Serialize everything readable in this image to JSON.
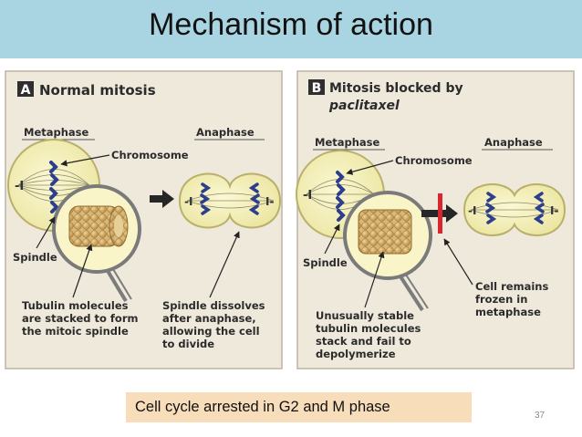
{
  "slide": {
    "title": "Mechanism of action",
    "caption": "Cell cycle arrested in G2 and M phase",
    "page_number": "37"
  },
  "panel_a": {
    "badge": "A",
    "title": "Normal mitosis",
    "metaphase": "Metaphase",
    "anaphase": "Anaphase",
    "chromosome": "Chromosome",
    "spindle": "Spindle",
    "tubulin_lines": [
      "Tubulin molecules",
      "are stacked to form",
      "the mitoic spindle"
    ],
    "dissolve_lines": [
      "Spindle dissolves",
      "after anaphase,",
      "allowing the cell",
      "to divide"
    ]
  },
  "panel_b": {
    "badge": "B",
    "title_line1": "Mitosis blocked by",
    "title_line2": "paclitaxel",
    "metaphase": "Metaphase",
    "anaphase": "Anaphase",
    "chromosome": "Chromosome",
    "spindle": "Spindle",
    "stable_lines": [
      "Unusually stable",
      "tubulin molecules",
      "stack and fail to",
      "depolymerize"
    ],
    "frozen_lines": [
      "Cell remains",
      "frozen in",
      "metaphase"
    ]
  },
  "colors": {
    "header_bg": "#a9d5e3",
    "panel_bg": "#efe9dc",
    "cell_fill": "#f3efb8",
    "chromosome": "#2c3e8c",
    "tubulin": "#c9a15a",
    "block_bar": "#d8262f",
    "caption_bg": "#f7ddba"
  }
}
